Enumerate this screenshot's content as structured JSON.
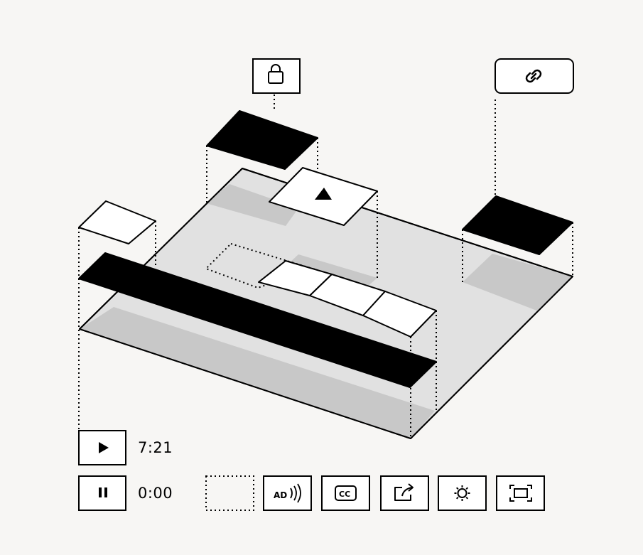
{
  "player": {
    "duration": "7:21",
    "current_time": "0:00"
  },
  "icons": {
    "lock": "lock-icon",
    "link": "link-icon",
    "play_overlay": "play-icon",
    "play": "play-icon",
    "pause": "pause-icon",
    "audio_description": "audio-description-icon",
    "captions": "closed-captions-icon",
    "share": "share-icon",
    "settings": "gear-icon",
    "fullscreen": "fullscreen-icon"
  },
  "controls": {
    "audio_description_label": "AD",
    "captions_label": "CC"
  },
  "colors": {
    "background": "#f7f6f4",
    "base_plane": "#e1e1e1",
    "shadow": "#c8c8c8",
    "ink": "#000000",
    "panel": "#ffffff"
  }
}
